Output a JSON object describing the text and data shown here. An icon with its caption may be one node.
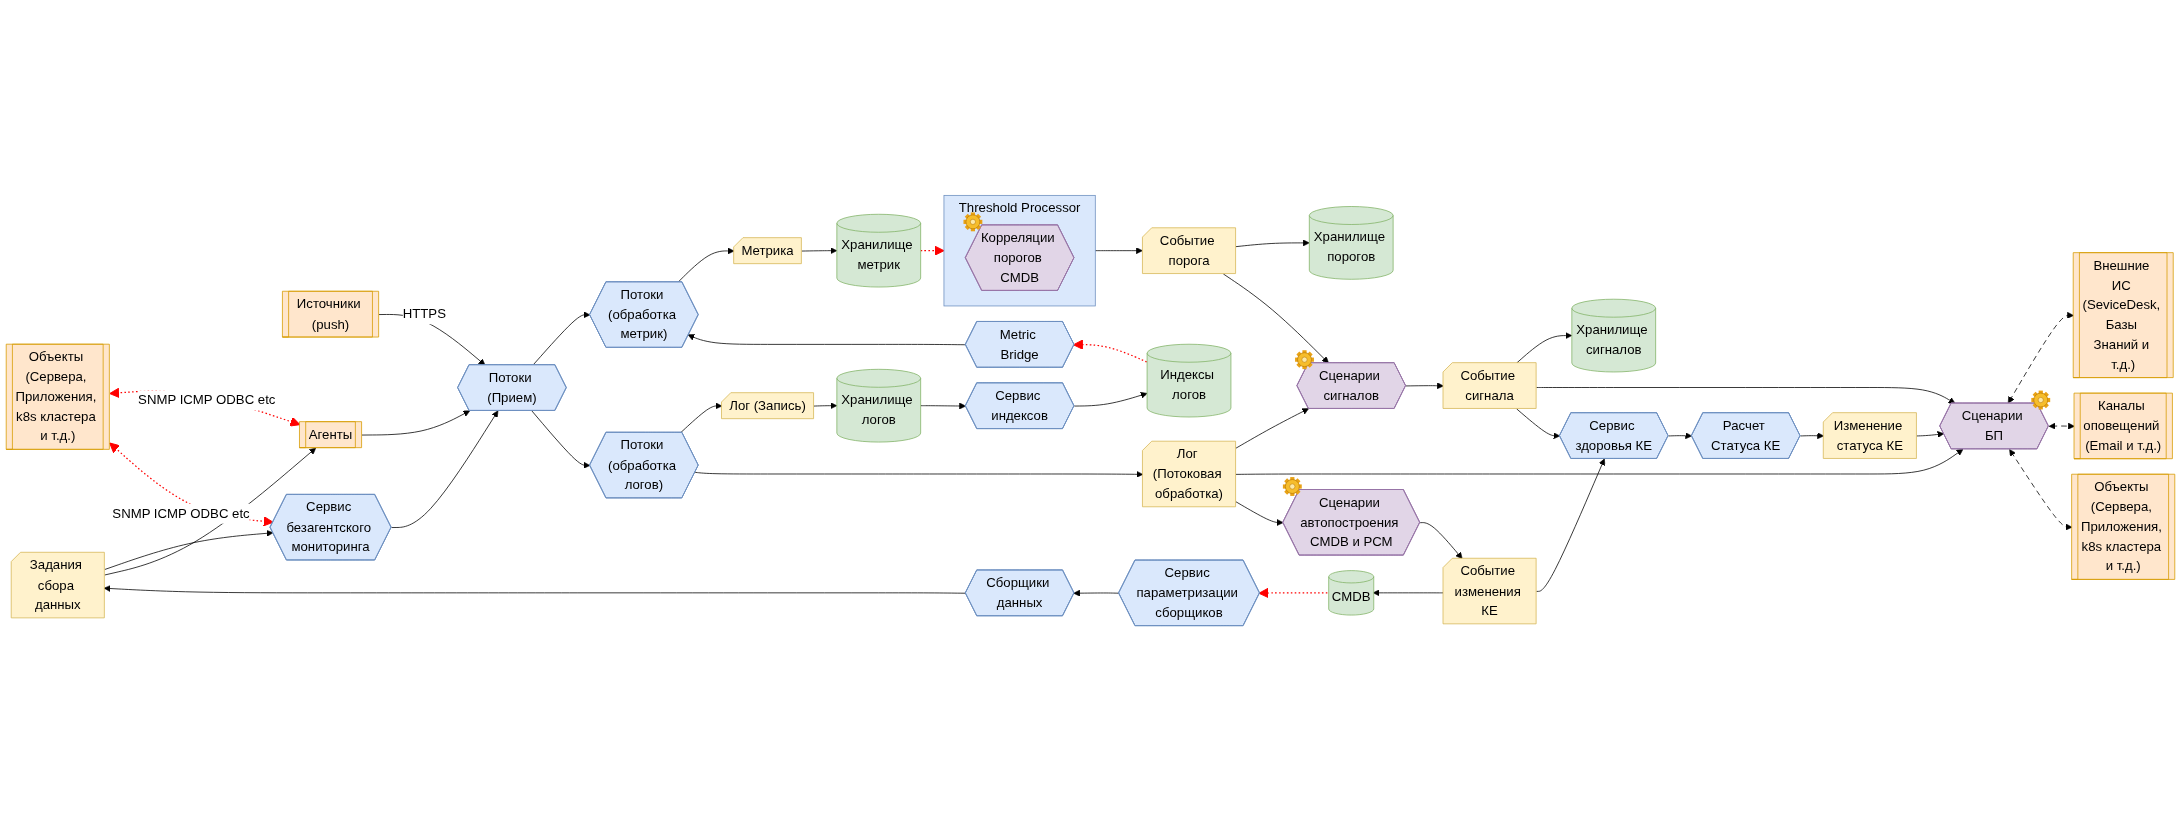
{
  "diagram": {
    "nodes": [
      {
        "text": [
          "Источники (push)"
        ]
      },
      {
        "text": [
          "Агенты"
        ]
      },
      {
        "text": [
          "Объекты (Сервера, Приложения, k8s кластера и т.д.)"
        ]
      },
      {
        "text": [
          "Потоки (Прием)"
        ]
      },
      {
        "text": [
          "Сервис безагентского мониторинга"
        ]
      },
      {
        "text": [
          "Задания сбора данных"
        ]
      },
      {
        "text": [
          "Сборщики данных"
        ]
      },
      {
        "text": [
          "Сервис параметризации сборщиков"
        ]
      },
      {
        "text": [
          "CMDB"
        ]
      },
      {
        "text": [
          "Потоки (обработка метрик)"
        ]
      },
      {
        "text": [
          "Метрика"
        ]
      },
      {
        "text": [
          "Хранилище метрик"
        ]
      },
      {
        "text": [
          "Threshold Processor"
        ]
      },
      {
        "text": [
          "Корреляции порогов CMDB"
        ],
        "in": 12
      },
      {
        "text": [
          "Событие порога"
        ]
      },
      {
        "text": [
          "Хранилище порогов"
        ]
      },
      {
        "text": [
          "Metric Bridge"
        ]
      },
      {
        "text": [
          "Потоки (обработка логов)"
        ]
      },
      {
        "text": [
          "Лог (Запись)"
        ]
      },
      {
        "text": [
          "Хранилище логов"
        ]
      },
      {
        "text": [
          "Сервис индексов"
        ]
      },
      {
        "text": [
          "Индексы логов"
        ]
      },
      {
        "text": [
          "Лог (Потоковая обработка)"
        ]
      },
      {
        "text": [
          "Сценарии сигналов"
        ]
      },
      {
        "text": [
          "Событие сигнала"
        ]
      },
      {
        "text": [
          "Хранилище сигналов"
        ]
      },
      {
        "text": [
          "Сценарии автопостроения CMDB и РСМ"
        ]
      },
      {
        "text": [
          "Событие изменения КЕ"
        ]
      },
      {
        "text": [
          "Сервис здоровья КЕ"
        ]
      },
      {
        "text": [
          "Расчет Статуса КЕ"
        ]
      },
      {
        "text": [
          "Изменение статуса КЕ"
        ]
      },
      {
        "text": [
          "Сценарии БП"
        ]
      },
      {
        "text": [
          "Внешние ИС (SeviceDesk, Базы Знаний и т.д.)"
        ]
      },
      {
        "text": [
          "Каналы оповещений (Email и т.д.)"
        ]
      },
      {
        "text": [
          "Объекты (Сервера, Приложения, k8s кластера и т.д.)"
        ]
      }
    ],
    "edges": [
      {
        "from": 0,
        "to": 3,
        "arrow": "to",
        "label": "HTTPS"
      },
      {
        "from": 1,
        "to": 3,
        "arrow": "to"
      },
      {
        "from": 2,
        "to": 1,
        "arrow": "both",
        "label": "SNMP ICMP ODBC etc",
        "style": "dashed",
        "color": "#ff0000"
      },
      {
        "from": 2,
        "to": 4,
        "arrow": "both",
        "label": "SNMP ICMP ODBC etc",
        "style": "dashed",
        "color": "#ff0000"
      },
      {
        "from": 4,
        "to": 3,
        "arrow": "to"
      },
      {
        "from": 5,
        "to": 4,
        "arrow": "to"
      },
      {
        "from": 5,
        "to": 1,
        "arrow": "to"
      },
      {
        "from": 6,
        "to": 5,
        "arrow": "to"
      },
      {
        "from": 7,
        "to": 6,
        "arrow": "to"
      },
      {
        "from": 8,
        "to": 7,
        "arrow": "to",
        "style": "dashed",
        "color": "#ff0000"
      },
      {
        "from": 27,
        "to": 8,
        "arrow": "to"
      },
      {
        "from": 3,
        "to": 9,
        "arrow": "to"
      },
      {
        "from": 3,
        "to": 17,
        "arrow": "to"
      },
      {
        "from": 9,
        "to": 10,
        "arrow": "to"
      },
      {
        "from": 10,
        "to": 11,
        "arrow": "to"
      },
      {
        "from": 11,
        "to": 12,
        "arrow": "to",
        "style": "dashed",
        "color": "#ff0000"
      },
      {
        "from": 12,
        "to": 14,
        "arrow": "to"
      },
      {
        "from": 14,
        "to": 15,
        "arrow": "to"
      },
      {
        "from": 14,
        "to": 23,
        "arrow": "to"
      },
      {
        "from": 16,
        "to": 9,
        "arrow": "to"
      },
      {
        "from": 21,
        "to": 16,
        "arrow": "to",
        "style": "dashed",
        "color": "#ff0000"
      },
      {
        "from": 17,
        "to": 18,
        "arrow": "to"
      },
      {
        "from": 18,
        "to": 19,
        "arrow": "to"
      },
      {
        "from": 19,
        "to": 20,
        "arrow": "to"
      },
      {
        "from": 20,
        "to": 21,
        "arrow": "to"
      },
      {
        "from": 17,
        "to": 22,
        "arrow": "to"
      },
      {
        "from": 22,
        "to": 23,
        "arrow": "to"
      },
      {
        "from": 22,
        "to": 31,
        "arrow": "to"
      },
      {
        "from": 22,
        "to": 26,
        "arrow": "to"
      },
      {
        "from": 23,
        "to": 24,
        "arrow": "to"
      },
      {
        "from": 24,
        "to": 25,
        "arrow": "to"
      },
      {
        "from": 24,
        "to": 31,
        "arrow": "to"
      },
      {
        "from": 24,
        "to": 28,
        "arrow": "to"
      },
      {
        "from": 26,
        "to": 27,
        "arrow": "to"
      },
      {
        "from": 27,
        "to": 28,
        "arrow": "to"
      },
      {
        "from": 28,
        "to": 29,
        "arrow": "to"
      },
      {
        "from": 29,
        "to": 30,
        "arrow": "to"
      },
      {
        "from": 30,
        "to": 31,
        "arrow": "to"
      },
      {
        "from": 31,
        "to": 32,
        "arrow": "both",
        "style": "dashed"
      },
      {
        "from": 31,
        "to": 33,
        "arrow": "both",
        "style": "dashed"
      },
      {
        "from": 31,
        "to": 34,
        "arrow": "both",
        "style": "dashed"
      }
    ]
  }
}
